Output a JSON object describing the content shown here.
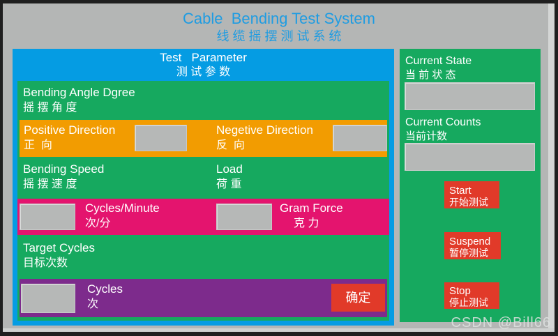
{
  "window": {
    "title_en": "Cable  Bending Test System",
    "title_zh": "线 缆 摇 摆 测 试 系 统"
  },
  "colors": {
    "frame_dark": "#1f1f1f",
    "bg_gray": "#b4b6b5",
    "title_blue": "#1e9ce2",
    "panel_blue": "#059ce3",
    "green": "#16a95f",
    "orange": "#f29c01",
    "pink": "#e4146e",
    "purple": "#7d2b8c",
    "red": "#e13a29",
    "box_gray": "#b6b8b7"
  },
  "test_parameter_panel": {
    "header_en": "Test   Parameter",
    "header_zh": "测 试 参 数",
    "bending_angle": {
      "en": "Bending Angle Dgree",
      "zh": "摇 摆 角 度"
    },
    "positive_direction": {
      "en": "Positive Direction",
      "zh": "正  向",
      "value": ""
    },
    "negative_direction": {
      "en": "Negetive Direction",
      "zh": "反  向",
      "value": ""
    },
    "bending_speed": {
      "en": "Bending Speed",
      "zh": "摇 摆 速 度"
    },
    "load": {
      "en": "Load",
      "zh": "荷 重"
    },
    "cycles_per_minute": {
      "en": "Cycles/Minute",
      "zh": "次/分",
      "value": ""
    },
    "gram_force": {
      "en": "Gram Force",
      "zh": "克 力",
      "value": ""
    },
    "target_cycles": {
      "en": "Target Cycles",
      "zh": "目标次数"
    },
    "cycles": {
      "en": "Cycles",
      "zh": "次",
      "value": ""
    },
    "confirm_button": "确定"
  },
  "status_panel": {
    "current_state": {
      "en": "Current State",
      "zh": "当 前 状 态",
      "value": ""
    },
    "current_counts": {
      "en": "Current Counts",
      "zh": "当前计数",
      "value": ""
    },
    "start_button": {
      "en": "Start",
      "zh": "开始测试"
    },
    "suspend_button": {
      "en": "Suspend",
      "zh": "暂停测试"
    },
    "stop_button": {
      "en": "Stop",
      "zh": "停止测试"
    }
  },
  "watermark": "CSDN @Bill66"
}
